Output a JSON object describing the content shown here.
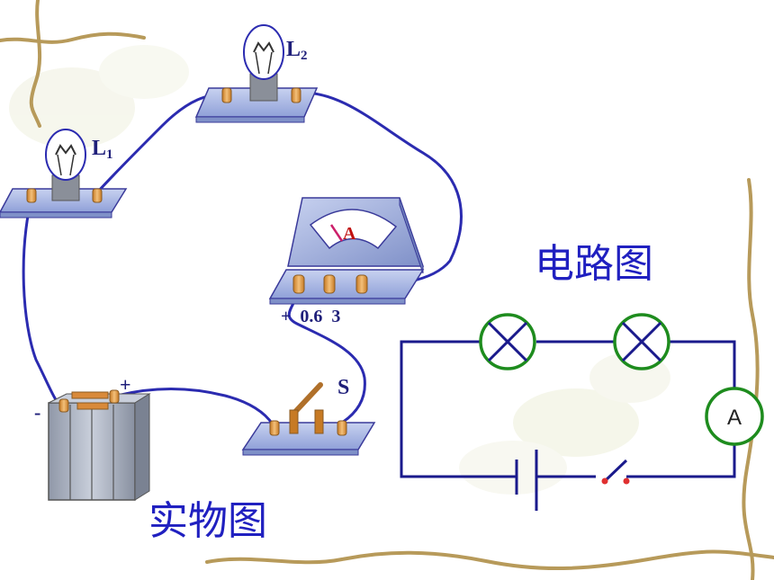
{
  "labels": {
    "lamp1": "L",
    "lamp1_sub": "1",
    "lamp2": "L",
    "lamp2_sub": "2",
    "ammeter_letter": "A",
    "ammeter_terminals": "+  0.6  3",
    "switch": "S",
    "battery_plus": "+",
    "battery_minus": "-",
    "schematic_ammeter": "A"
  },
  "captions": {
    "physical": "实物图",
    "schematic": "电路图"
  },
  "colors": {
    "wire": "#2b2bb0",
    "schematic_wire": "#1a1a8c",
    "lamp_ring": "#1e8c1e",
    "terminal": "#e8a24a",
    "base_plate": "#a9b8e6",
    "caption": "#2020c0"
  },
  "icons": [
    "bulb-icon",
    "ammeter-icon",
    "battery-icon",
    "knife-switch-icon",
    "vine-border"
  ]
}
